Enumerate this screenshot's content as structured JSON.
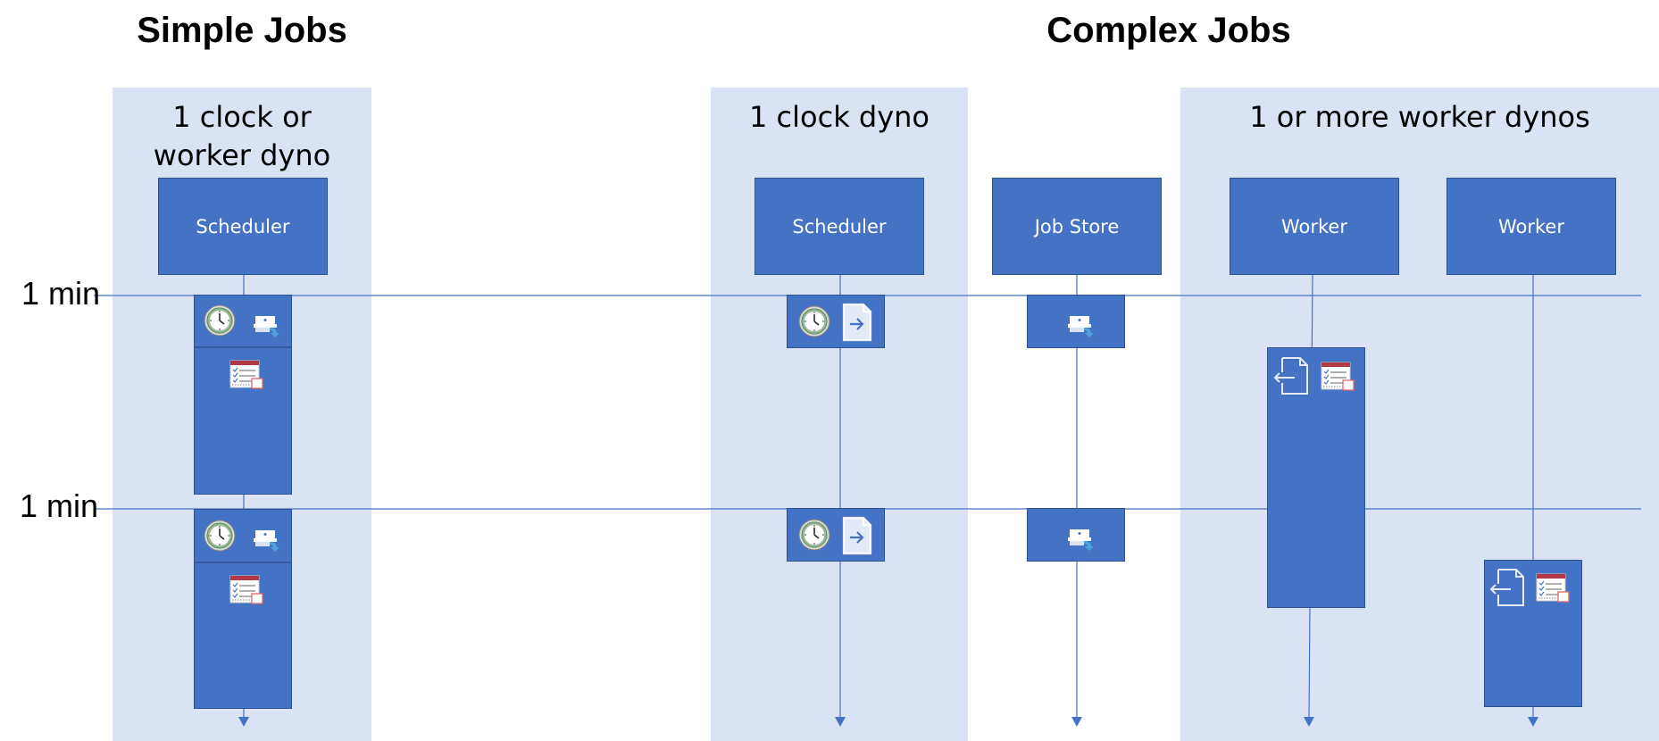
{
  "headings": {
    "simple": "Simple Jobs",
    "complex": "Complex Jobs"
  },
  "lanes": {
    "simple": "1 clock or worker dyno",
    "clock": "1 clock dyno",
    "workers": "1 or more worker dynos"
  },
  "actors": {
    "simple_scheduler": "Scheduler",
    "complex_scheduler": "Scheduler",
    "job_store": "Job Store",
    "worker_1": "Worker",
    "worker_2": "Worker"
  },
  "timeline": {
    "tick_1": "1 min",
    "tick_2": "1 min"
  },
  "icons": {
    "clock": "clock-icon",
    "enqueue": "enqueue-job-icon",
    "task_list": "task-list-icon",
    "send_document": "send-document-icon",
    "fetch_document": "fetch-document-icon"
  },
  "colors": {
    "lane_background": "#dae3f3",
    "box_fill": "#4472c4",
    "box_border": "#2f528f",
    "line": "#4472c4"
  }
}
